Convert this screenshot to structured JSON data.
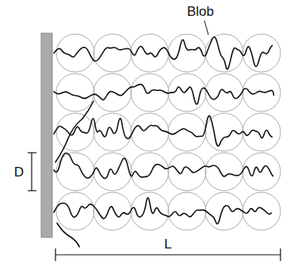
{
  "diagram": {
    "labels": [
      "Blob",
      "D",
      "L"
    ]
  }
}
